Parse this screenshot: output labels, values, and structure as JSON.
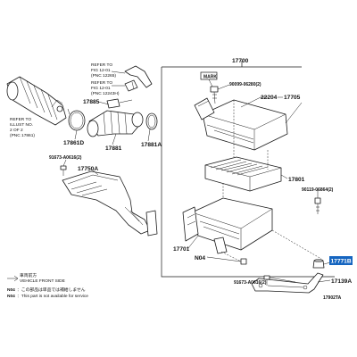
{
  "labels": {
    "p17700": "17700",
    "p90099": "90099-06280(2)",
    "p22204": "22204",
    "p17705": "17705",
    "p17801": "17801",
    "p90119": "90119-06864(2)",
    "p17701": "17701",
    "pN04_a": "N04",
    "p17771B": "17771B",
    "p91673b": "91673-A0616(2)",
    "p17139A": "17139A",
    "p17750A": "17750A",
    "p91673a": "91673-A0616(2)",
    "p17861D": "17861D",
    "p17881": "17881",
    "p17881A": "17881A",
    "p17885": "17885",
    "fig_code": "17902TA"
  },
  "mark_box": "MARK",
  "refs": {
    "ref1": [
      "REFER TO",
      "FIG 12-01",
      "(PNC 12265)"
    ],
    "ref2": [
      "REFER TO",
      "FIG 12-01",
      "(PNC 12243H)"
    ],
    "ref3": [
      "REFER TO",
      "ILLUST NO.",
      "2 OF 2",
      "(PNC 17861)"
    ]
  },
  "legend": {
    "line1_jp": "車両前方",
    "line1_en": "VEHICLE FRONT SIDE",
    "line2_sym": "N04",
    "line2_jp": "：この部品は単品では補給しません",
    "line3_sym": "N04",
    "line3_en": "：This part is not available for service"
  },
  "colors": {
    "highlight": "#1565c0",
    "line": "#1a1a1a"
  }
}
